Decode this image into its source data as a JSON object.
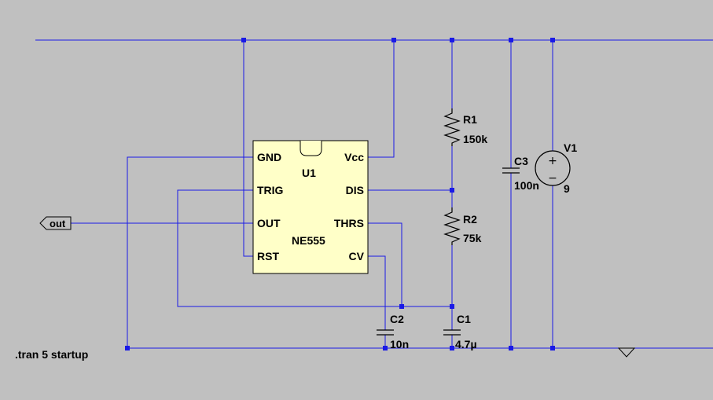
{
  "schematic": {
    "ic": {
      "ref": "U1",
      "part": "NE555",
      "pins_left": [
        "GND",
        "TRIG",
        "OUT",
        "RST"
      ],
      "pins_right": [
        "Vcc",
        "DIS",
        "THRS",
        "CV"
      ]
    },
    "components": {
      "r1": {
        "ref": "R1",
        "value": "150k"
      },
      "r2": {
        "ref": "R2",
        "value": "75k"
      },
      "c1": {
        "ref": "C1",
        "value": "4.7µ"
      },
      "c2": {
        "ref": "C2",
        "value": "10n"
      },
      "c3": {
        "ref": "C3",
        "value": "100n"
      },
      "v1": {
        "ref": "V1",
        "value": "9"
      }
    },
    "net_label": "out",
    "directive": ".tran 5 startup",
    "colors": {
      "background": "#c0c0c0",
      "wire": "#1a1ae6",
      "chip_fill": "#ffffc8",
      "component": "#000000"
    }
  }
}
